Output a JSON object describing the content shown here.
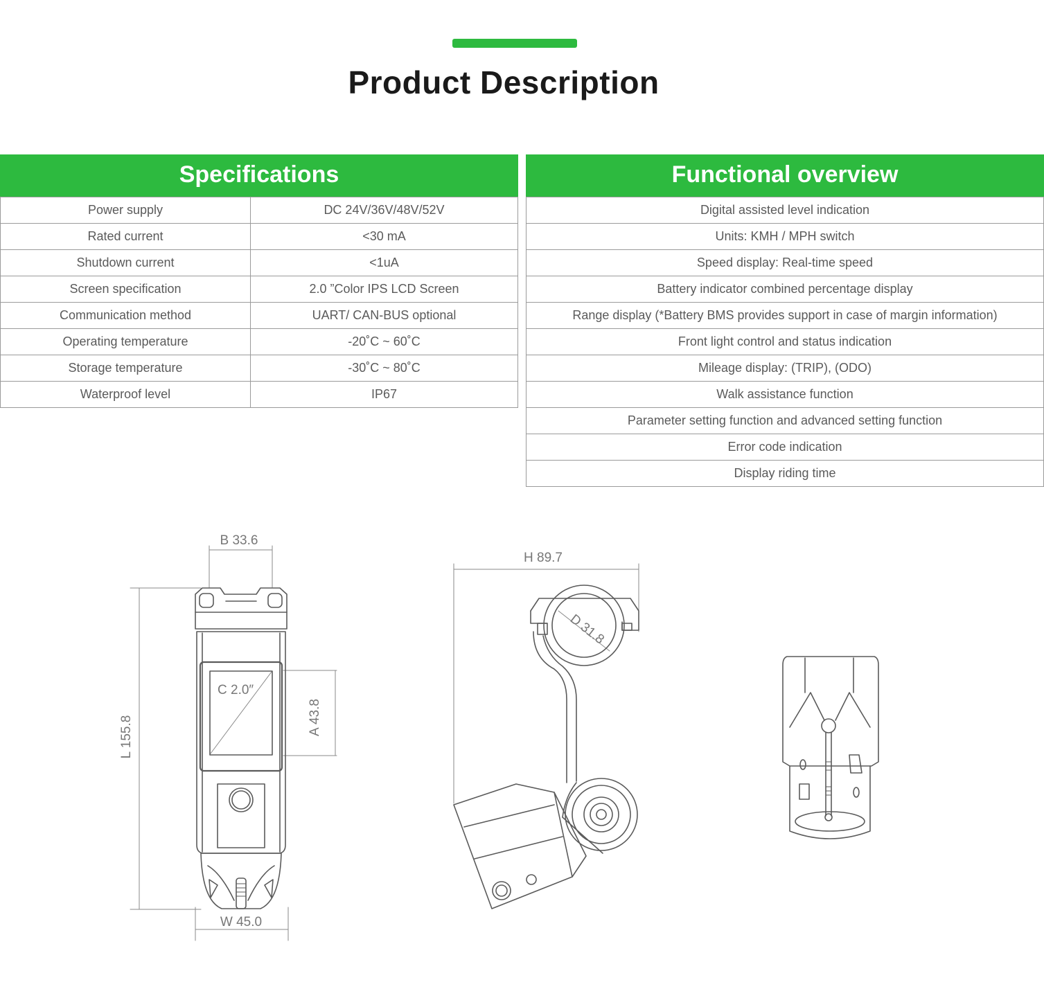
{
  "title": "Product Description",
  "colors": {
    "accent": "#2dba3f",
    "line": "#9a9a9a",
    "drawing": "#5a5a5a"
  },
  "specifications": {
    "header": "Specifications",
    "rows": [
      {
        "label": "Power supply",
        "value": "DC 24V/36V/48V/52V"
      },
      {
        "label": "Rated current",
        "value": "<30 mA"
      },
      {
        "label": "Shutdown current",
        "value": "<1uA"
      },
      {
        "label": "Screen specification",
        "value": "2.0 ”Color IPS LCD Screen"
      },
      {
        "label": "Communication method",
        "value": "UART/ CAN-BUS optional"
      },
      {
        "label": "Operating temperature",
        "value": "-20˚C ~ 60˚C"
      },
      {
        "label": "Storage temperature",
        "value": "-30˚C ~ 80˚C"
      },
      {
        "label": "Waterproof level",
        "value": "IP67"
      }
    ]
  },
  "functional": {
    "header": "Functional overview",
    "items": [
      "Digital assisted level indication",
      "Units: KMH / MPH switch",
      "Speed display: Real-time speed",
      "Battery indicator combined percentage display",
      "Range display (*Battery BMS provides support in case of margin information)",
      "Front light control and status indication",
      "Mileage display: (TRIP), (ODO)",
      "Walk assistance function",
      "Parameter setting function and advanced setting function",
      "Error code indication",
      "Display riding time"
    ]
  },
  "dimensions": {
    "b": "B 33.6",
    "l": "L 155.8",
    "c": "C 2.0″",
    "a": "A 43.8",
    "w": "W 45.0",
    "h": "H 89.7",
    "d": "D 31.8"
  }
}
